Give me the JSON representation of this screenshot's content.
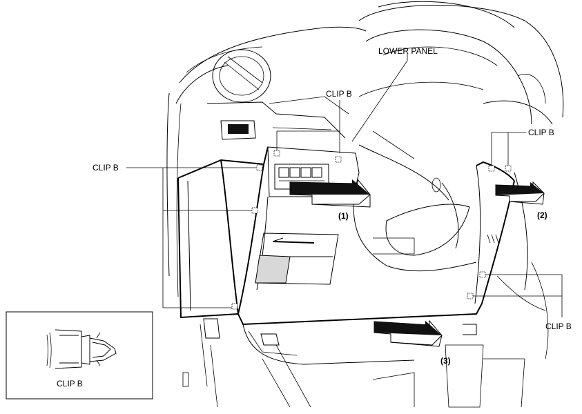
{
  "labels": {
    "lower_panel": "LOWER PANEL",
    "clip_b_top": "CLIP B",
    "clip_b_left": "CLIP B",
    "clip_b_right_top": "CLIP B",
    "clip_b_right_bottom": "CLIP B",
    "clip_b_inset": "CLIP B",
    "step_1": "(1)",
    "step_2": "(2)",
    "step_3": "(3)"
  }
}
